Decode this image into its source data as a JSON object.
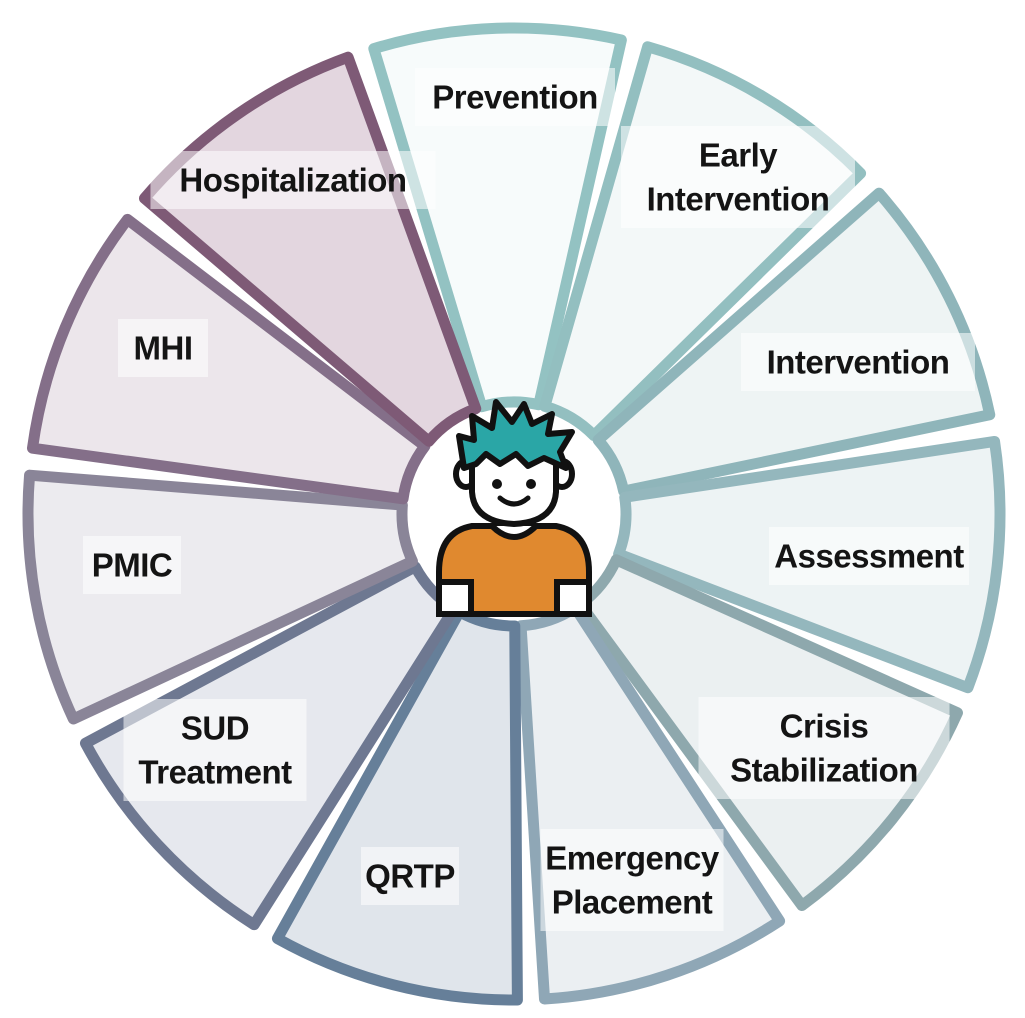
{
  "segments": [
    {
      "id": "prevention",
      "lines": [
        "Prevention"
      ],
      "stroke": "#93C2C2",
      "fill": "#F7FBFB"
    },
    {
      "id": "early-intervention",
      "lines": [
        "Early",
        "Intervention"
      ],
      "stroke": "#93BFC0",
      "fill": "#F3F8F8"
    },
    {
      "id": "intervention",
      "lines": [
        "Intervention"
      ],
      "stroke": "#8FB5BA",
      "fill": "#EEF4F4"
    },
    {
      "id": "assessment",
      "lines": [
        "Assessment"
      ],
      "stroke": "#94B7BD",
      "fill": "#EDF3F4"
    },
    {
      "id": "crisis-stabilization",
      "lines": [
        "Crisis",
        "Stabilization"
      ],
      "stroke": "#8EA8AD",
      "fill": "#EBF0F1"
    },
    {
      "id": "emergency-placement",
      "lines": [
        "Emergency",
        "Placement"
      ],
      "stroke": "#8FA7B6",
      "fill": "#EBEFF2"
    },
    {
      "id": "qrtp",
      "lines": [
        "QRTP"
      ],
      "stroke": "#667F99",
      "fill": "#E0E5EB"
    },
    {
      "id": "sud-treatment",
      "lines": [
        "SUD",
        "Treatment"
      ],
      "stroke": "#6E7891",
      "fill": "#E6E8EE"
    },
    {
      "id": "pmic",
      "lines": [
        "PMIC"
      ],
      "stroke": "#8A8598",
      "fill": "#ECEBEF"
    },
    {
      "id": "mhi",
      "lines": [
        "MHI"
      ],
      "stroke": "#846F89",
      "fill": "#ECE6EB"
    },
    {
      "id": "hospitalization",
      "lines": [
        "Hospitalization"
      ],
      "stroke": "#7E5A76",
      "fill": "#E3D6DF"
    }
  ],
  "center_person": {
    "icon": "person-icon",
    "hair_color": "#2AA6A6",
    "shirt_color": "#E0892F",
    "skin_color": "#FFFFFF",
    "outline_color": "#111111"
  }
}
